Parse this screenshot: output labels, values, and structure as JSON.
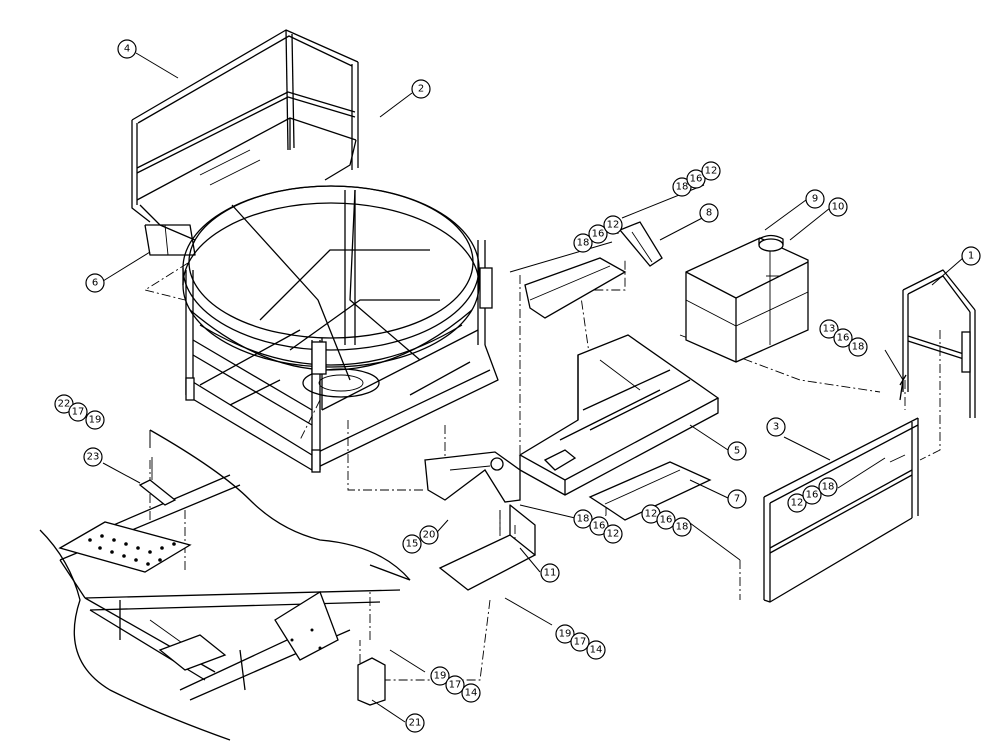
{
  "balloons": [
    {
      "id": "b4",
      "label": "4",
      "name": "callout-4"
    },
    {
      "id": "b2",
      "label": "2",
      "name": "callout-2"
    },
    {
      "id": "b6",
      "label": "6",
      "name": "callout-6"
    },
    {
      "id": "b18a",
      "label": "18",
      "name": "callout-18"
    },
    {
      "id": "b16a",
      "label": "16",
      "name": "callout-16"
    },
    {
      "id": "b12a",
      "label": "12",
      "name": "callout-12"
    },
    {
      "id": "b8",
      "label": "8",
      "name": "callout-8"
    },
    {
      "id": "b18b",
      "label": "18",
      "name": "callout-18"
    },
    {
      "id": "b16b",
      "label": "16",
      "name": "callout-16"
    },
    {
      "id": "b12b",
      "label": "12",
      "name": "callout-12"
    },
    {
      "id": "b9",
      "label": "9",
      "name": "callout-9"
    },
    {
      "id": "b10",
      "label": "10",
      "name": "callout-10"
    },
    {
      "id": "b1",
      "label": "1",
      "name": "callout-1"
    },
    {
      "id": "b13",
      "label": "13",
      "name": "callout-13"
    },
    {
      "id": "b16c",
      "label": "16",
      "name": "callout-16"
    },
    {
      "id": "b18c",
      "label": "18",
      "name": "callout-18"
    },
    {
      "id": "b5",
      "label": "5",
      "name": "callout-5"
    },
    {
      "id": "b3",
      "label": "3",
      "name": "callout-3"
    },
    {
      "id": "b22",
      "label": "22",
      "name": "callout-22"
    },
    {
      "id": "b17a",
      "label": "17",
      "name": "callout-17"
    },
    {
      "id": "b19a",
      "label": "19",
      "name": "callout-19"
    },
    {
      "id": "b23",
      "label": "23",
      "name": "callout-23"
    },
    {
      "id": "b7",
      "label": "7",
      "name": "callout-7"
    },
    {
      "id": "b12c",
      "label": "12",
      "name": "callout-12"
    },
    {
      "id": "b16d",
      "label": "16",
      "name": "callout-16"
    },
    {
      "id": "b18d",
      "label": "18",
      "name": "callout-18"
    },
    {
      "id": "b12d",
      "label": "12",
      "name": "callout-12"
    },
    {
      "id": "b16e",
      "label": "16",
      "name": "callout-16"
    },
    {
      "id": "b18e",
      "label": "18",
      "name": "callout-18"
    },
    {
      "id": "b15",
      "label": "15",
      "name": "callout-15"
    },
    {
      "id": "b20",
      "label": "20",
      "name": "callout-20"
    },
    {
      "id": "b18f",
      "label": "18",
      "name": "callout-18"
    },
    {
      "id": "b16f",
      "label": "16",
      "name": "callout-16"
    },
    {
      "id": "b12e",
      "label": "12",
      "name": "callout-12"
    },
    {
      "id": "b11",
      "label": "11",
      "name": "callout-11"
    },
    {
      "id": "b19b",
      "label": "19",
      "name": "callout-19"
    },
    {
      "id": "b17b",
      "label": "17",
      "name": "callout-17"
    },
    {
      "id": "b14a",
      "label": "14",
      "name": "callout-14"
    },
    {
      "id": "b19c",
      "label": "19",
      "name": "callout-19"
    },
    {
      "id": "b17c",
      "label": "17",
      "name": "callout-17"
    },
    {
      "id": "b14b",
      "label": "14",
      "name": "callout-14"
    },
    {
      "id": "b21",
      "label": "21",
      "name": "callout-21"
    }
  ]
}
